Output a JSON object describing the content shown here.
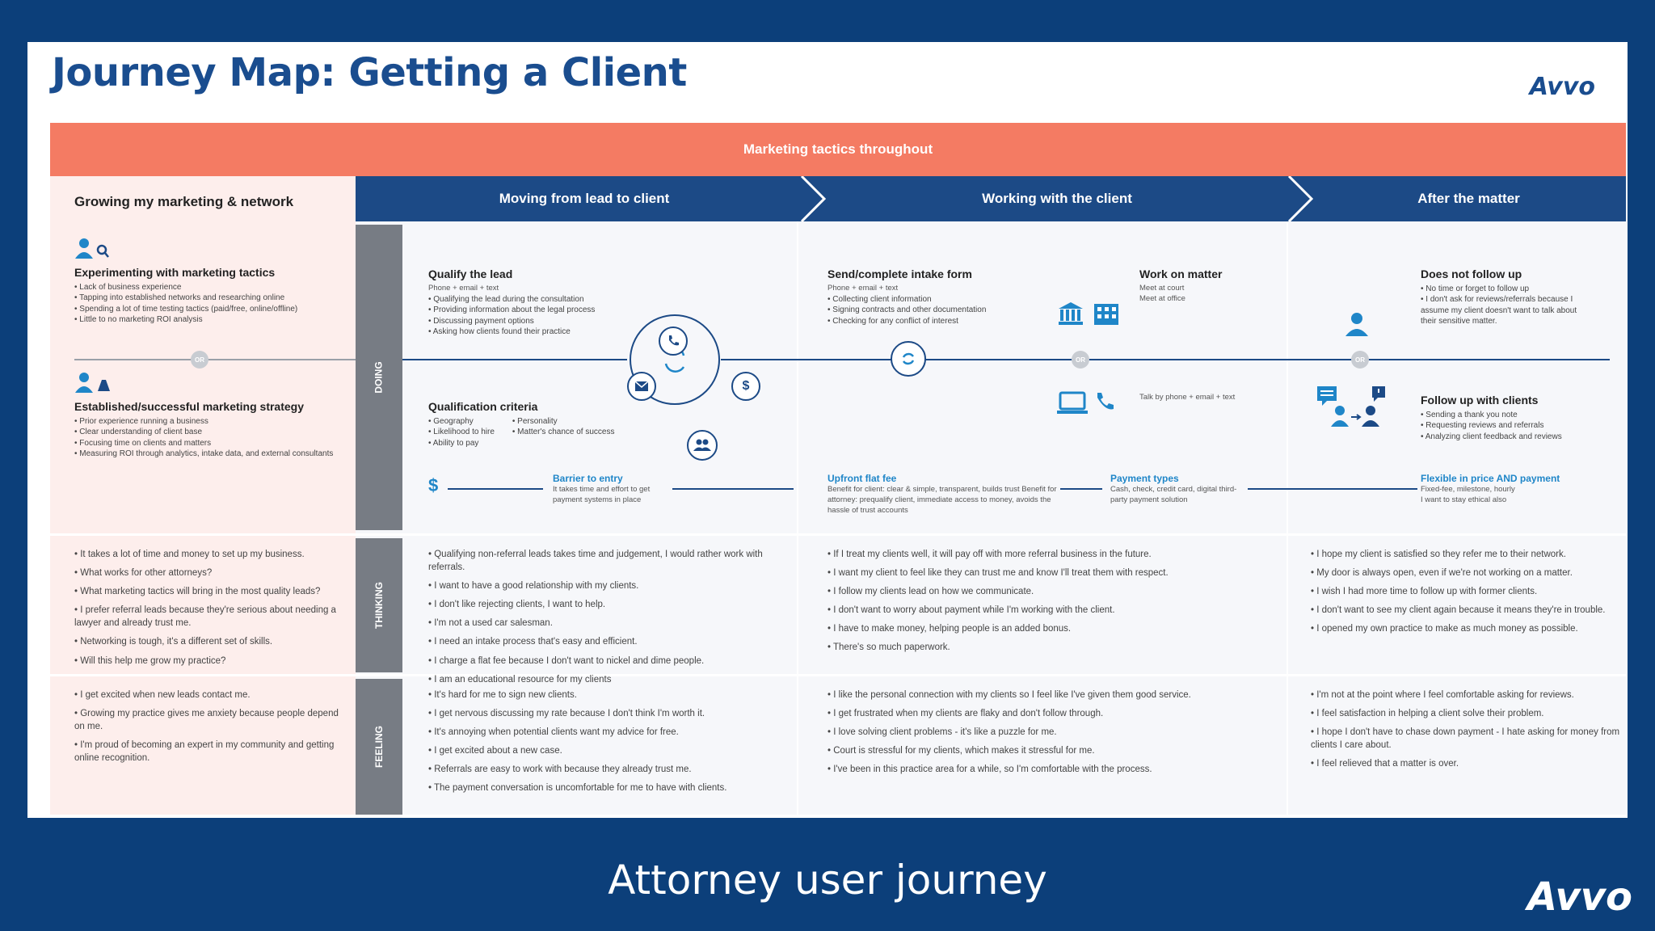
{
  "title": "Journey Map: Getting a Client",
  "brand": "Avvo",
  "caption": "Attorney user journey",
  "banner": "Marketing tactics throughout",
  "left": {
    "header": "Growing my marketing & network",
    "block1": {
      "title": "Experimenting with marketing tactics",
      "items": [
        "Lack of business experience",
        "Tapping into established networks and researching online",
        "Spending a lot of time testing tactics (paid/free, online/offline)",
        "Little to no marketing ROI analysis"
      ]
    },
    "or_label": "OR",
    "block2": {
      "title": "Established/successful marketing strategy",
      "items": [
        "Prior experience running a business",
        "Clear understanding of client base",
        "Focusing time on clients and matters",
        "Measuring ROI through analytics, intake data, and external consultants"
      ]
    },
    "thinking": [
      "It takes a lot of time and money to set up my business.",
      "What works for other attorneys?",
      "What marketing tactics will bring in the most quality leads?",
      "I prefer referral leads because they're serious about needing a lawyer and already trust me.",
      "Networking is tough, it's a different set of skills.",
      "Will this help me grow my practice?"
    ],
    "feeling": [
      "I get excited when new leads contact me.",
      "Growing my practice gives me anxiety because people depend on me.",
      "I'm proud of becoming an expert in my community and getting online recognition."
    ]
  },
  "phases": [
    "Moving from lead to client",
    "Working with the client",
    "After the matter"
  ],
  "row_labels": [
    "DOING",
    "THINKING",
    "FEELING"
  ],
  "doing": {
    "qualify": {
      "title": "Qualify the lead",
      "sub": "Phone + email + text",
      "items": [
        "Qualifying the lead during the consultation",
        "Providing information about the legal process",
        "Discussing payment options",
        "Asking how clients found their practice"
      ]
    },
    "criteria": {
      "title": "Qualification criteria",
      "col1": [
        "Geography",
        "Likelihood to hire",
        "Ability to pay"
      ],
      "col2": [
        "Personality",
        "Matter's chance of success"
      ]
    },
    "barrier": {
      "title": "Barrier to entry",
      "text": "It takes time and effort to get payment systems in place"
    },
    "intake": {
      "title": "Send/complete intake form",
      "sub": "Phone + email + text",
      "items": [
        "Collecting client information",
        "Signing contracts and other documentation",
        "Checking for any conflict of interest"
      ]
    },
    "work": {
      "title": "Work on matter",
      "lines": [
        "Meet at court",
        "Meet at office"
      ]
    },
    "talk": "Talk by phone + email + text",
    "flatfee": {
      "title": "Upfront flat fee",
      "text": "Benefit for client: clear & simple, transparent, builds trust Benefit for attorney: prequalify client, immediate access to money, avoids the hassle of trust accounts"
    },
    "payment": {
      "title": "Payment types",
      "text": "Cash, check, credit card, digital third-party payment solution"
    },
    "nofollow": {
      "title": "Does not follow up",
      "items": [
        "No time or forget to follow up",
        "I don't ask for reviews/referrals because I assume my client doesn't want to talk about their sensitive matter."
      ]
    },
    "followup": {
      "title": "Follow up with clients",
      "items": [
        "Sending a thank you note",
        "Requesting reviews and referrals",
        "Analyzing client feedback and reviews"
      ]
    },
    "flexible": {
      "title": "Flexible in price AND payment",
      "lines": [
        "Fixed-fee, milestone, hourly",
        "I want to stay ethical also"
      ]
    }
  },
  "thinking": {
    "col1": [
      "Qualifying non-referral leads takes time and judgement, I would rather work with referrals.",
      "I want to have a good relationship with my clients.",
      "I don't like rejecting clients, I want to help.",
      "I'm not a used car salesman.",
      "I need an intake process that's easy and efficient.",
      "I charge a flat fee because I don't want to nickel and dime people.",
      "I am an educational resource for my clients"
    ],
    "col2": [
      "If I treat my clients well, it will pay off with more referral business in the future.",
      "I want my client to feel like they can trust me and know I'll treat them with respect.",
      "I follow my clients lead on how we communicate.",
      "I don't want to worry about payment while I'm working with the client.",
      "I have to make money, helping people is an added bonus.",
      "There's so much paperwork."
    ],
    "col3": [
      "I hope my client is satisfied so they refer me to their network.",
      "My door is always open, even if we're not working on a matter.",
      "I wish I had more time to follow up with former clients.",
      "I don't want to see my client again because it means they're in trouble.",
      "I opened my own practice to make as much money as possible."
    ]
  },
  "feeling": {
    "col1": [
      "It's hard for me to sign new clients.",
      "I get nervous discussing my rate because I don't think I'm worth it.",
      "It's annoying when potential clients want my advice for free.",
      "I get excited about a new case.",
      "Referrals are easy to work with because they already trust me.",
      "The payment conversation is uncomfortable for me to have with clients."
    ],
    "col2": [
      "I like the personal connection with my clients so I feel like I've given them good service.",
      "I get frustrated when my clients are flaky and don't follow through.",
      "I love solving client problems - it's like a puzzle for me.",
      "Court is stressful for my clients, which makes it stressful for me.",
      "I've been in this practice area for a while, so I'm comfortable with the process."
    ],
    "col3": [
      "I'm not at the point where I feel comfortable asking for reviews.",
      "I feel satisfaction in helping a client solve their problem.",
      "I hope I don't have to chase down payment - I hate asking for money from clients I care about.",
      "I feel relieved that a matter is over."
    ]
  },
  "colors": {
    "background": "#0c3f7a",
    "banner": "#f47b63",
    "navy": "#1c4a86",
    "accent_blue": "#1f86c8",
    "left_bg": "#fdeeec"
  }
}
